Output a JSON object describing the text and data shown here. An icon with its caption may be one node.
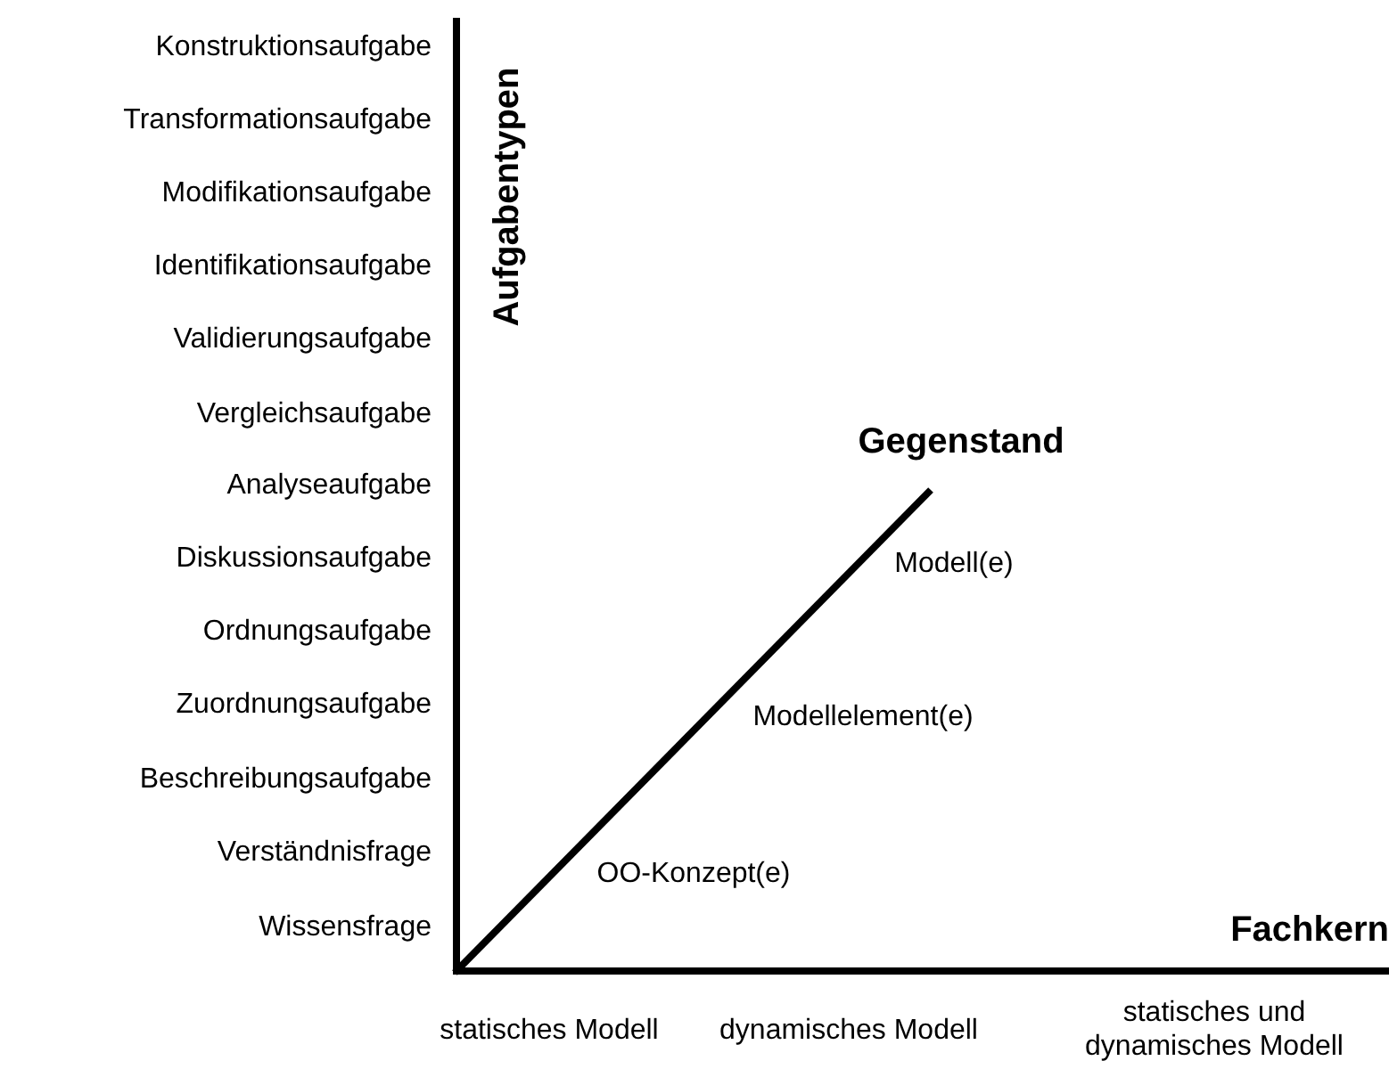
{
  "diagram": {
    "labels": [
      "Konstruktionsaufgabe",
      "Transformationsaufgabe",
      "Modifikationsaufgabe",
      "Identifikationsaufgabe",
      "Validierungsaufgabe",
      "Vergleichsaufgabe",
      "Analyseaufgabe",
      "Diskussionsaufgabe",
      "Ordnungsaufgabe",
      "Zuordnungsaufgabe",
      "Beschreibungsaufgabe",
      "Verständnisfrage",
      "Wissensfrage",
      "Aufgabentypen",
      "Gegenstand",
      "Modell(e)",
      "Modellelement(e)",
      "OO-Konzept(e)",
      "Fachkern",
      "statisches Modell",
      "dynamisches Modell",
      "statisches und dynamisches Modell"
    ]
  }
}
